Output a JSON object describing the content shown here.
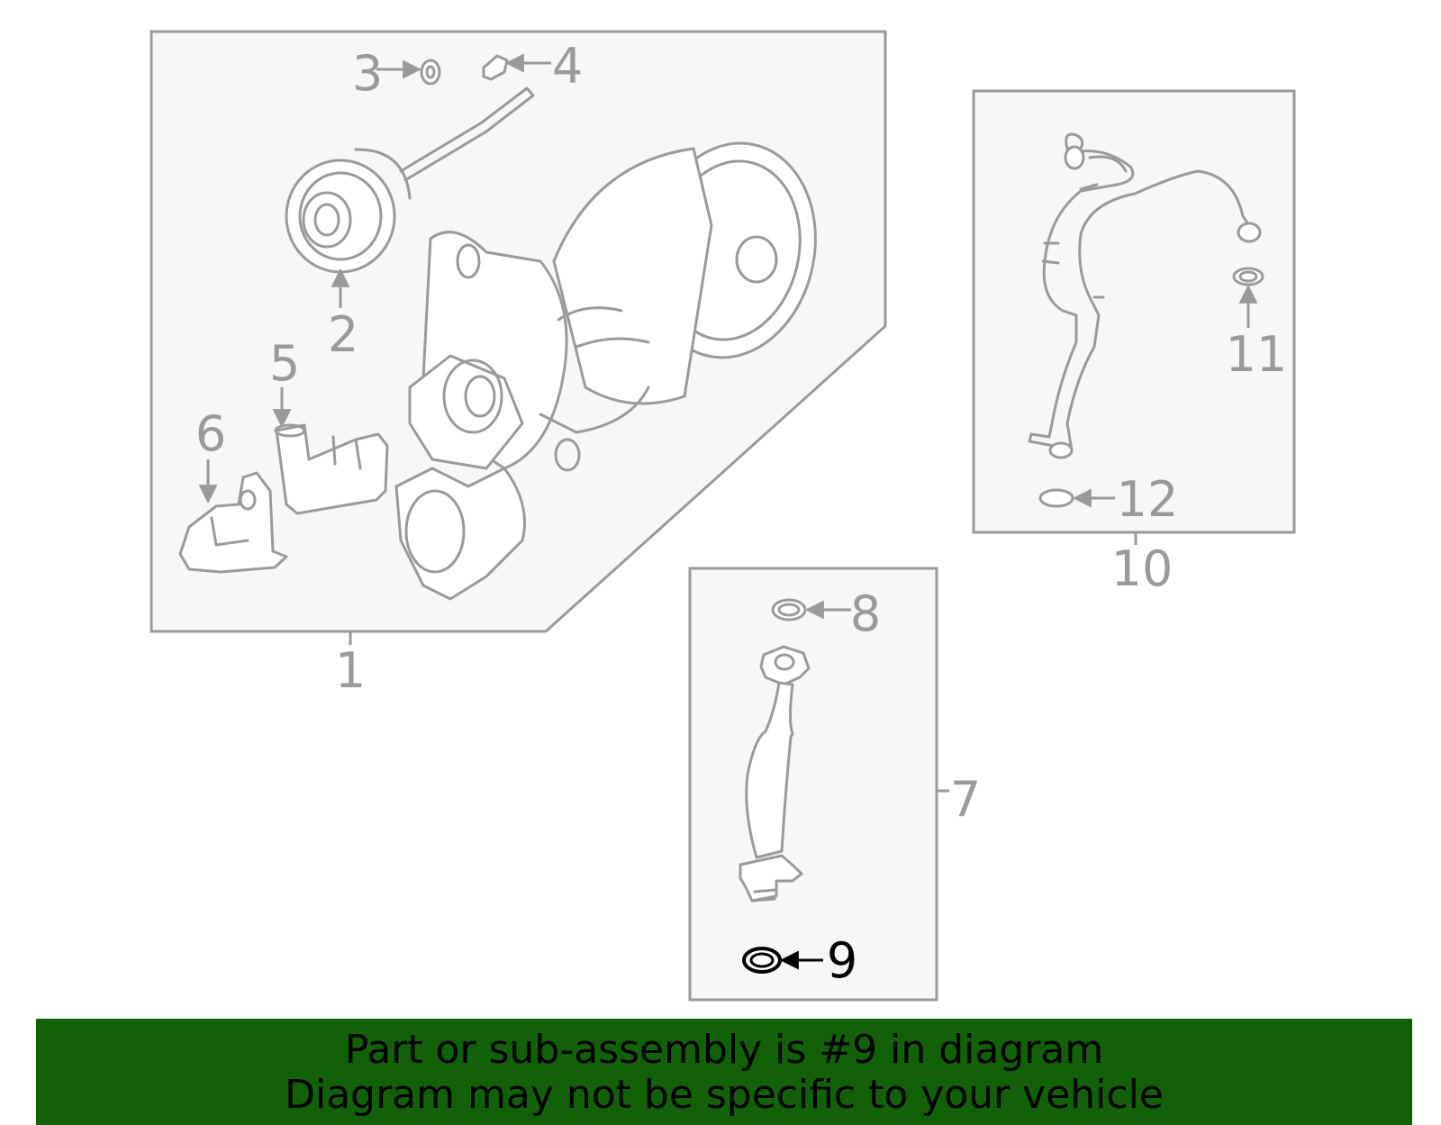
{
  "callouts": {
    "c1": "1",
    "c2": "2",
    "c3": "3",
    "c4": "4",
    "c5": "5",
    "c6": "6",
    "c7": "7",
    "c8": "8",
    "c9": "9",
    "c10": "10",
    "c11": "11",
    "c12": "12"
  },
  "highlighted_part": "9",
  "banner": {
    "line1": "Part or sub-assembly is #9 in diagram",
    "line2": "Diagram may not be specific to your vehicle"
  },
  "colors": {
    "banner_bg": "#126108",
    "line_gray": "#9a9a9a",
    "highlight": "#000000"
  }
}
